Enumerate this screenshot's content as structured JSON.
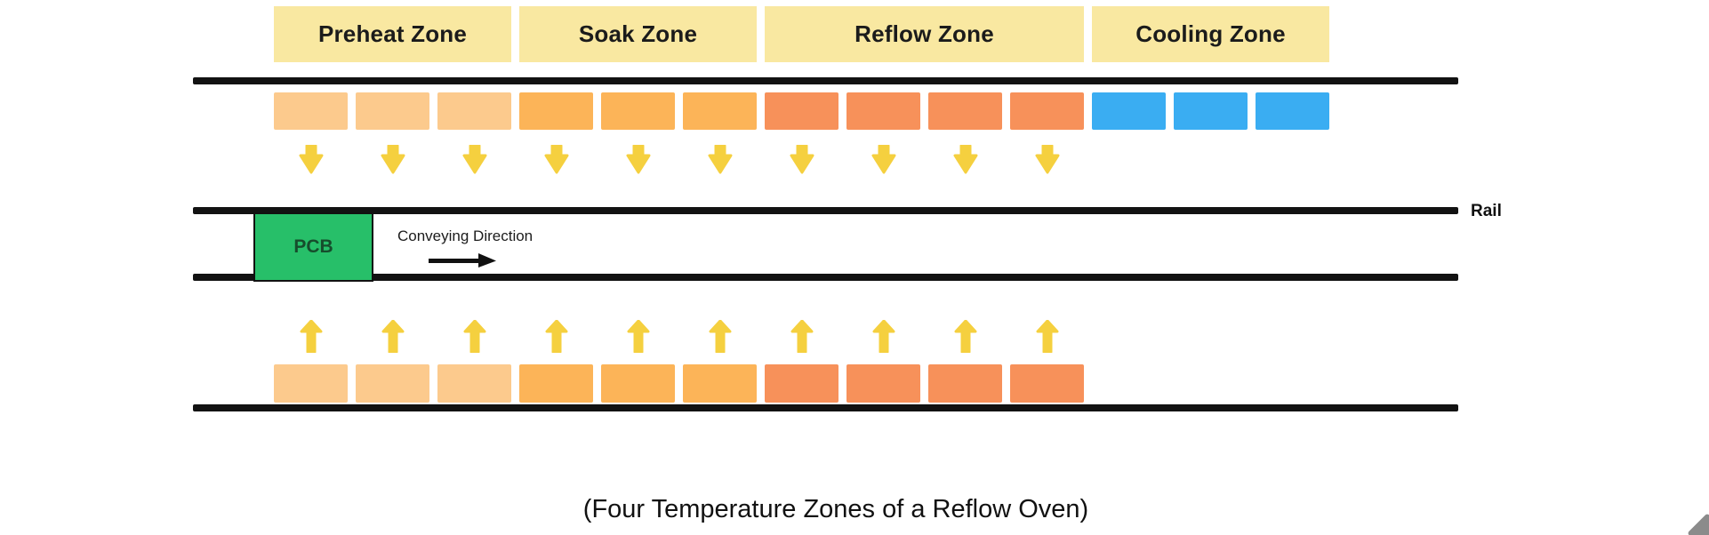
{
  "caption": "(Four Temperature Zones of a Reflow Oven)",
  "rail": {
    "label": "Rail"
  },
  "pcb": {
    "label": "PCB",
    "fill_color": "#27bf69",
    "text_color": "#164d2c"
  },
  "conveying": {
    "label": "Conveying Direction"
  },
  "zones": [
    {
      "id": "preheat",
      "label": "Preheat Zone",
      "blocks": 3,
      "block_color": "#fcca8d",
      "has_airflow": true
    },
    {
      "id": "soak",
      "label": "Soak Zone",
      "blocks": 3,
      "block_color": "#fcb458",
      "has_airflow": true
    },
    {
      "id": "reflow",
      "label": "Reflow Zone",
      "blocks": 4,
      "block_color": "#f7915a",
      "has_airflow": true
    },
    {
      "id": "cooling",
      "label": "Cooling Zone",
      "blocks": 3,
      "block_color": "#3aadf2",
      "has_airflow": false
    }
  ],
  "counts": {
    "top_heater_blocks": 13,
    "bottom_heater_blocks": 10,
    "down_arrows": 10,
    "up_arrows": 10
  },
  "colors": {
    "zone_label_bg": "#f9e8a1",
    "arrow_yellow": "#f5d03f",
    "rail_black": "#121212",
    "background": "#ffffff",
    "corner_artifact_gray": "#8b8b8b"
  }
}
